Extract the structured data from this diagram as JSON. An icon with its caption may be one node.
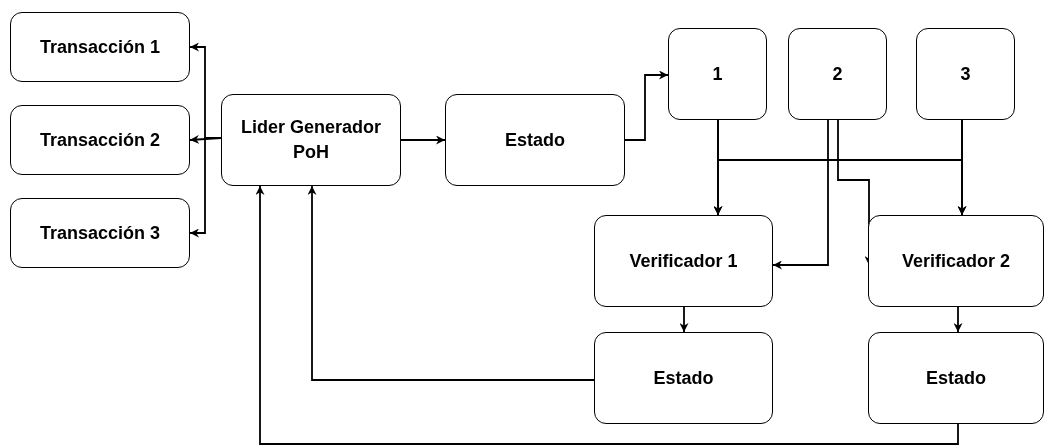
{
  "diagram": {
    "nodes": [
      {
        "text": [
          "Transacción 1"
        ]
      },
      {
        "text": [
          "Transacción 2"
        ]
      },
      {
        "text": [
          "Transacción 3"
        ]
      },
      {
        "text": [
          "Lider Generador PoH"
        ]
      },
      {
        "text": [
          "Estado"
        ]
      },
      {
        "text": [
          "1"
        ]
      },
      {
        "text": [
          "2"
        ]
      },
      {
        "text": [
          "3"
        ]
      },
      {
        "text": [
          "Verificador 1"
        ]
      },
      {
        "text": [
          "Verificador 2"
        ]
      },
      {
        "text": [
          "Estado"
        ]
      },
      {
        "text": [
          "Estado"
        ]
      }
    ],
    "edges": [
      {
        "from": 3,
        "to": 0,
        "arrow": "to"
      },
      {
        "from": 3,
        "to": 1,
        "arrow": "to"
      },
      {
        "from": 3,
        "to": 2,
        "arrow": "to"
      },
      {
        "from": 3,
        "to": 4,
        "arrow": "to"
      },
      {
        "from": 4,
        "to": 5,
        "arrow": "to"
      },
      {
        "from": 5,
        "to": 8,
        "arrow": "to"
      },
      {
        "from": 6,
        "to": 8,
        "arrow": "to"
      },
      {
        "from": 6,
        "to": 9,
        "arrow": "to"
      },
      {
        "from": 7,
        "to": 9,
        "arrow": "to"
      },
      {
        "from": 5,
        "to": 9,
        "arrow": "to"
      },
      {
        "from": 7,
        "to": 8,
        "arrow": "to"
      },
      {
        "from": 8,
        "to": 10,
        "arrow": "to"
      },
      {
        "from": 9,
        "to": 11,
        "arrow": "to"
      },
      {
        "from": 10,
        "to": 3,
        "arrow": "to"
      },
      {
        "from": 11,
        "to": 3,
        "arrow": "to"
      }
    ]
  }
}
